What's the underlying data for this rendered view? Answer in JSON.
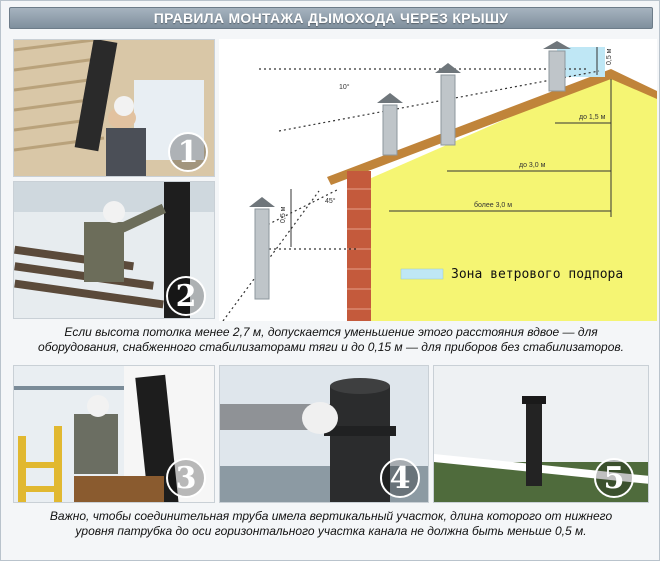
{
  "title": "ПРАВИЛА МОНТАЖА ДЫМОХОДА ЧЕРЕЗ КРЫШУ",
  "steps": [
    "1",
    "2",
    "3",
    "4",
    "5"
  ],
  "diagram": {
    "angle_top": "10°",
    "angle_left": "45°",
    "height_top": "0,5 м",
    "height_left": "0,5 м",
    "dist_1": "до 1,5 м",
    "dist_2": "до 3,0 м",
    "dist_3": "более 3,0 м",
    "legend": "Зона ветрового подпора",
    "colors": {
      "wall": "#f5f573",
      "roof": "#c0843a",
      "brick": "#c45a3c",
      "zone": "#bfe7f5"
    }
  },
  "caption_top": {
    "line1": "Если высота потолка менее 2,7 м, допускается уменьшение этого расстояния вдвое — для",
    "line2": "оборудования, снабженного стабилизаторами тяги и до 0,15 м — для приборов без стабилизаторов."
  },
  "caption_bottom": {
    "line1": "Важно, чтобы соединительная труба имела вертикальный участок, длина которого от нижнего",
    "line2": "уровня патрубка до оси горизонтального участка канала не должна быть меньше 0,5 м."
  }
}
